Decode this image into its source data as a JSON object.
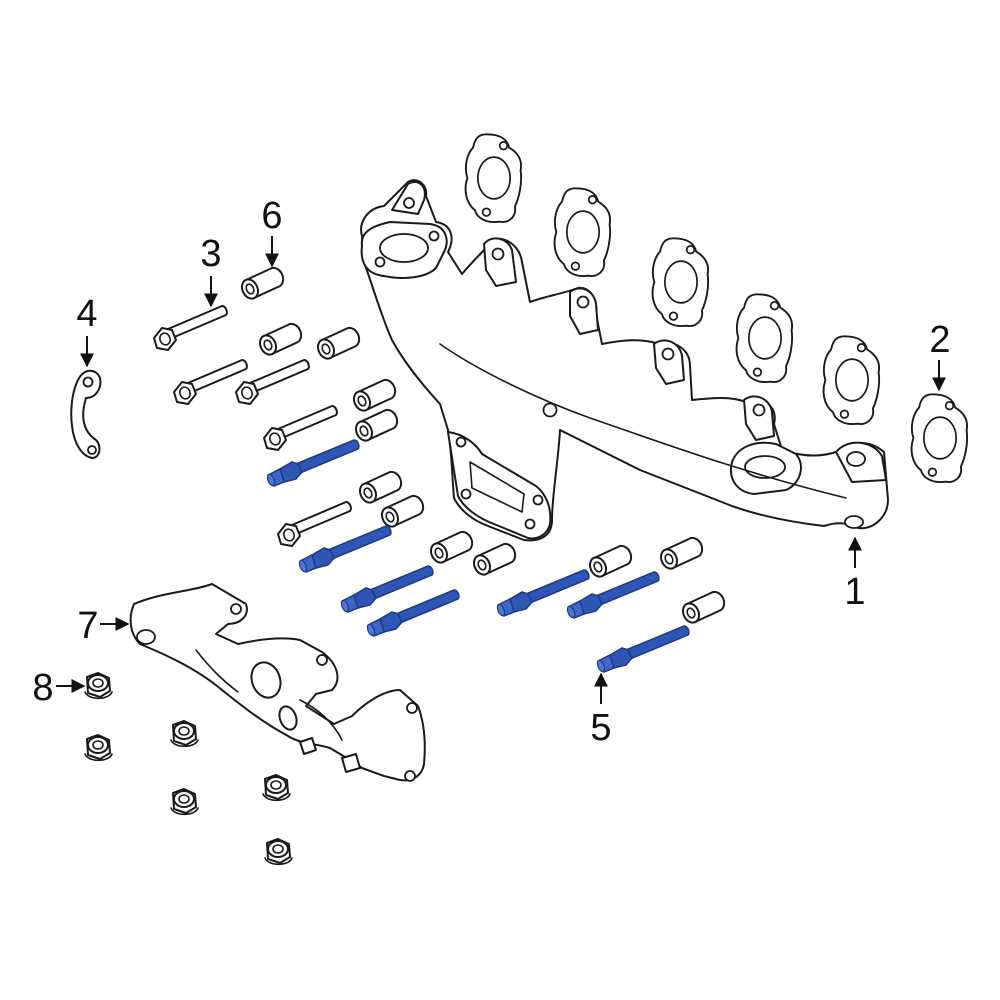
{
  "colors": {
    "outline": "#1a1a1a",
    "highlight": "#2f55b5",
    "highlight_dark": "#1d3a85",
    "background": "#ffffff"
  },
  "callouts": [
    {
      "id": "1",
      "label": "1",
      "part": "exhaust-manifold"
    },
    {
      "id": "2",
      "label": "2",
      "part": "manifold-gasket"
    },
    {
      "id": "3",
      "label": "3",
      "part": "manifold-bolt"
    },
    {
      "id": "4",
      "label": "4",
      "part": "turbo-gasket"
    },
    {
      "id": "5",
      "label": "5",
      "part": "manifold-stud"
    },
    {
      "id": "6",
      "label": "6",
      "part": "spacer"
    },
    {
      "id": "7",
      "label": "7",
      "part": "heat-shield"
    },
    {
      "id": "8",
      "label": "8",
      "part": "nut"
    }
  ]
}
